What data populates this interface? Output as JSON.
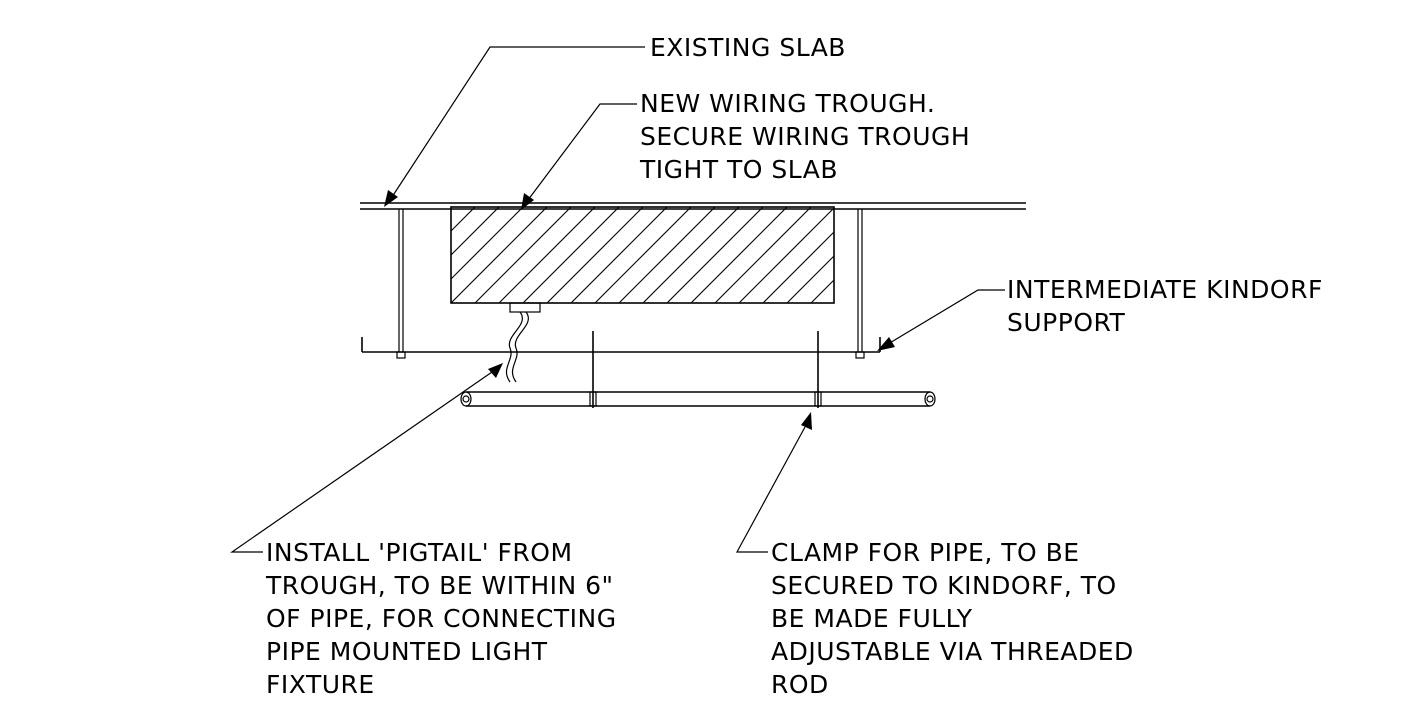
{
  "labels": {
    "existing_slab": "EXISTING SLAB",
    "trough": [
      "NEW WIRING TROUGH.",
      "SECURE WIRING TROUGH",
      "TIGHT TO SLAB"
    ],
    "kindorf": [
      "INTERMEDIATE KINDORF",
      "SUPPORT"
    ],
    "pigtail": [
      "INSTALL 'PIGTAIL' FROM",
      "TROUGH, TO BE WITHIN 6\"",
      "OF PIPE, FOR CONNECTING",
      "PIPE MOUNTED LIGHT",
      "FIXTURE"
    ],
    "clamp": [
      "CLAMP FOR PIPE, TO BE",
      "SECURED TO KINDORF, TO",
      "BE MADE FULLY",
      "ADJUSTABLE VIA THREADED",
      "ROD"
    ]
  },
  "colors": {
    "ink": "#000000",
    "background": "#ffffff"
  }
}
